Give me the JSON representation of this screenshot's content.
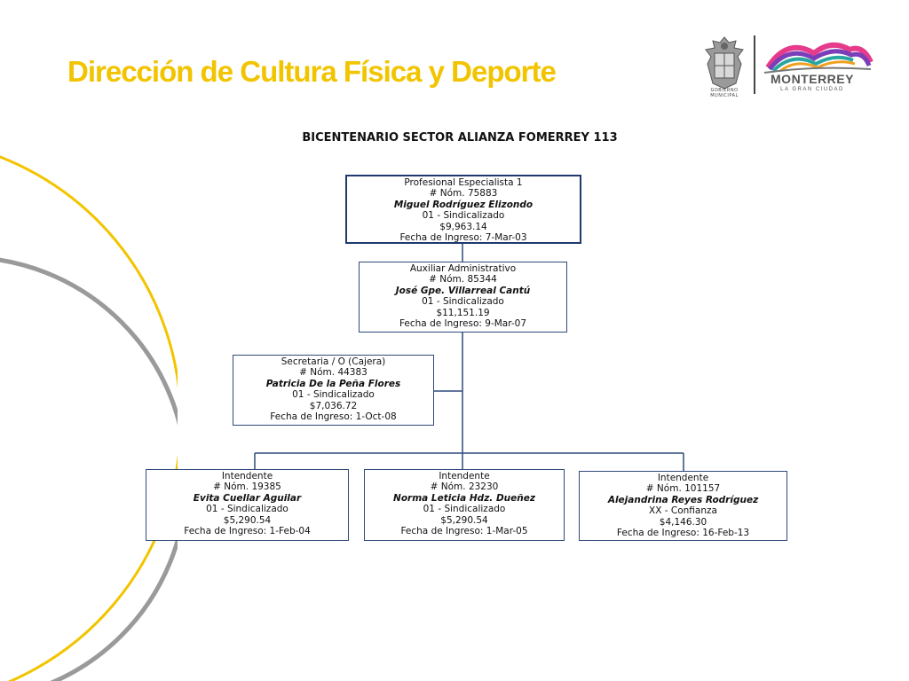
{
  "header": {
    "title": "Dirección de Cultura Física y Deporte",
    "seal_caption": "GOBIERNO MUNICIPAL",
    "logo_word": "MONTERREY",
    "logo_tagline": "LA GRAN CIUDAD"
  },
  "org_chart": {
    "title": "BICENTENARIO SECTOR ALIANZA FOMERREY 113",
    "positions": [
      {
        "role": "Profesional Especialista 1",
        "nomina": "# Nóm. 75883",
        "name": "Miguel Rodríguez Elizondo",
        "status": "01 - Sindicalizado",
        "salary": "$9,963.14",
        "ingreso": "Fecha de Ingreso:  7-Mar-03"
      },
      {
        "role": "Auxiliar Administrativo",
        "nomina": "# Nóm. 85344",
        "name": "José Gpe. Villarreal Cantú",
        "status": "01 - Sindicalizado",
        "salary": "$11,151.19",
        "ingreso": "Fecha de Ingreso:  9-Mar-07"
      },
      {
        "role": "Secretaria / O (Cajera)",
        "nomina": "# Nóm. 44383",
        "name": "Patricia De la Peña Flores",
        "status": "01 - Sindicalizado",
        "salary": "$7,036.72",
        "ingreso": "Fecha de Ingreso:  1-Oct-08"
      },
      {
        "role": "Intendente",
        "nomina": "# Nóm. 19385",
        "name": "Evita Cuellar Aguilar",
        "status": "01 - Sindicalizado",
        "salary": "$5,290.54",
        "ingreso": "Fecha de Ingreso:  1-Feb-04"
      },
      {
        "role": "Intendente",
        "nomina": "# Nóm. 23230",
        "name": "Norma Leticia Hdz. Dueñez",
        "status": "01 - Sindicalizado",
        "salary": "$5,290.54",
        "ingreso": "Fecha de Ingreso:  1-Mar-05"
      },
      {
        "role": "Intendente",
        "nomina": "# Nóm. 101157",
        "name": "Alejandrina Reyes Rodríguez",
        "status": "XX - Confianza",
        "salary": "$4,146.30",
        "ingreso": "Fecha de Ingreso:   16-Feb-13"
      }
    ]
  }
}
